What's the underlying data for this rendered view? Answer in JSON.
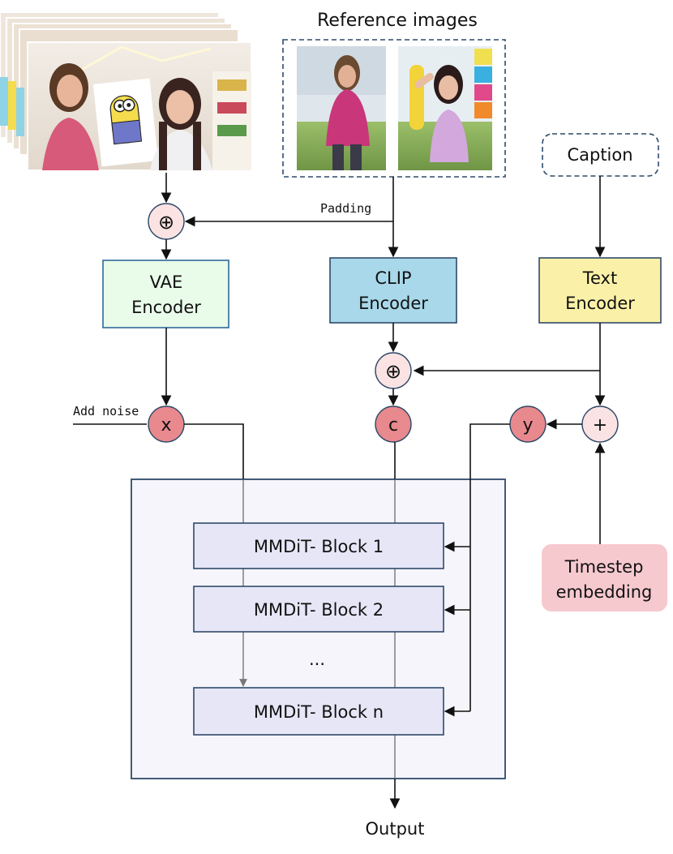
{
  "title": "Reference images",
  "caption_label": "Caption",
  "padding_label": "Padding",
  "add_noise_label": "Add noise",
  "output_label": "Output",
  "encoders": {
    "vae": [
      "VAE",
      "Encoder"
    ],
    "clip": [
      "CLIP",
      "Encoder"
    ],
    "text": [
      "Text",
      "Encoder"
    ]
  },
  "timestep": [
    "Timestep",
    "embedding"
  ],
  "operators": {
    "x": "x",
    "c": "c",
    "y": "y",
    "plus": "+",
    "oplus": "⊕"
  },
  "blocks": [
    "MMDiT- Block 1",
    "MMDiT- Block 2",
    "...",
    "MMDiT- Block n"
  ],
  "colors": {
    "vae_fill": "#e9fbe9",
    "vae_stroke": "#2f6a9a",
    "clip_fill": "#a8d8ea",
    "text_fill": "#fbf0a8",
    "timestep_fill": "#f6c9cf",
    "op_dark_fill": "#e8898e",
    "op_light_fill": "#fbe3e3",
    "block_fill": "#e6e6f7",
    "container_fill": "#f5f5fb",
    "border": "#2f4a6a"
  }
}
